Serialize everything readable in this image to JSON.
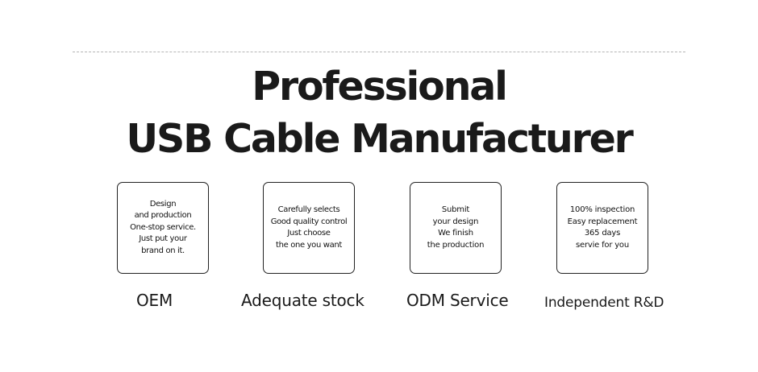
{
  "headline": {
    "line1": "Professional",
    "line2": "USB Cable Manufacturer"
  },
  "features": [
    {
      "description": "Design\nand production\nOne-stop service.\nJust put your\nbrand on it.",
      "title": "OEM"
    },
    {
      "description": "Carefully selects\nGood quality control\nJust choose\nthe one you want",
      "title": "Adequate stock"
    },
    {
      "description": "Submit\nyour design\nWe finish\nthe production",
      "title": "ODM Service"
    },
    {
      "description": "100% inspection\nEasy replacement\n365 days\nservie for you",
      "title": "Independent R&D"
    }
  ]
}
